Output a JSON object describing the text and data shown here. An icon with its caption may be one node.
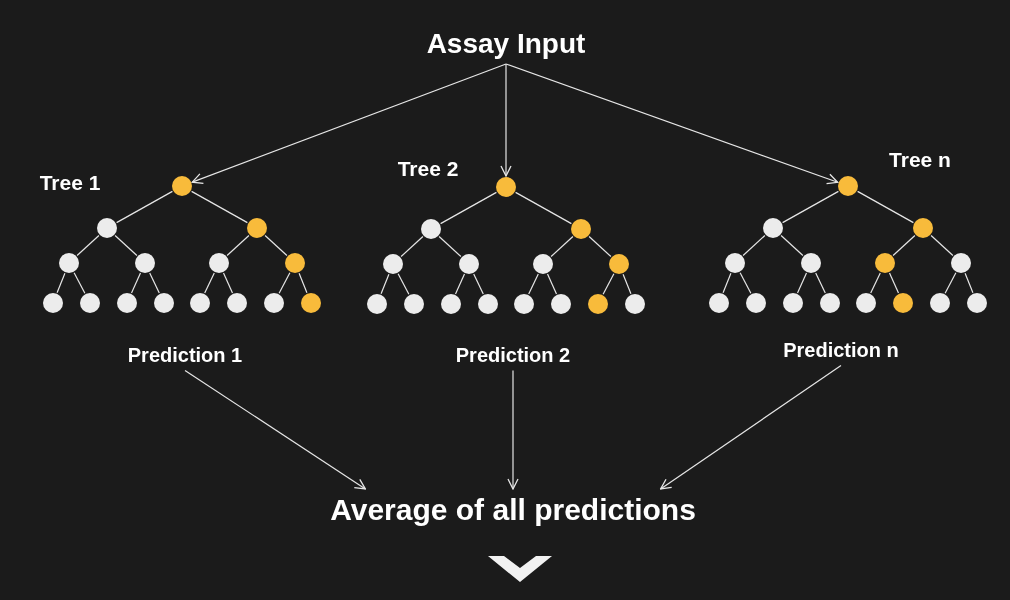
{
  "diagram": {
    "nodes": [
      {
        "text": [
          "Assay Input"
        ]
      },
      {
        "text": [],
        "shape": "circle"
      },
      {
        "text": [],
        "shape": "circle"
      },
      {
        "text": [],
        "shape": "circle"
      },
      {
        "text": [],
        "shape": "circle"
      },
      {
        "text": [],
        "shape": "circle"
      },
      {
        "text": [],
        "shape": "circle"
      },
      {
        "text": [],
        "shape": "circle"
      },
      {
        "text": [],
        "shape": "circle"
      },
      {
        "text": [],
        "shape": "circle"
      },
      {
        "text": [],
        "shape": "circle"
      },
      {
        "text": [],
        "shape": "circle"
      },
      {
        "text": [],
        "shape": "circle"
      },
      {
        "text": [],
        "shape": "circle"
      },
      {
        "text": [],
        "shape": "circle"
      },
      {
        "text": [],
        "shape": "circle"
      },
      {
        "text": [],
        "shape": "circle"
      },
      {
        "text": [],
        "shape": "circle"
      },
      {
        "text": [],
        "shape": "circle"
      },
      {
        "text": [],
        "shape": "circle"
      },
      {
        "text": [],
        "shape": "circle"
      },
      {
        "text": [],
        "shape": "circle"
      },
      {
        "text": [],
        "shape": "circle"
      },
      {
        "text": [],
        "shape": "circle"
      },
      {
        "text": [],
        "shape": "circle"
      },
      {
        "text": [],
        "shape": "circle"
      },
      {
        "text": [],
        "shape": "circle"
      },
      {
        "text": [],
        "shape": "circle"
      },
      {
        "text": [],
        "shape": "circle"
      },
      {
        "text": [],
        "shape": "circle"
      },
      {
        "text": [],
        "shape": "circle"
      },
      {
        "text": [],
        "shape": "circle"
      },
      {
        "text": [],
        "shape": "circle"
      },
      {
        "text": [],
        "shape": "circle"
      },
      {
        "text": [],
        "shape": "circle"
      },
      {
        "text": [],
        "shape": "circle"
      },
      {
        "text": [],
        "shape": "circle"
      },
      {
        "text": [],
        "shape": "circle"
      },
      {
        "text": [],
        "shape": "circle"
      },
      {
        "text": [],
        "shape": "circle"
      },
      {
        "text": [],
        "shape": "circle"
      },
      {
        "text": [],
        "shape": "circle"
      },
      {
        "text": [],
        "shape": "circle"
      },
      {
        "text": [],
        "shape": "circle"
      },
      {
        "text": [],
        "shape": "circle"
      },
      {
        "text": [],
        "shape": "circle"
      },
      {
        "text": [
          "Prediction 1"
        ]
      },
      {
        "text": [
          "Prediction 2"
        ]
      },
      {
        "text": [
          "Prediction n"
        ]
      },
      {
        "text": [
          "Average of all predictions"
        ]
      }
    ],
    "edges": [
      {
        "from": 0,
        "to": 1,
        "arrow": "to"
      },
      {
        "from": 0,
        "to": 16,
        "arrow": "to"
      },
      {
        "from": 0,
        "to": 31,
        "arrow": "to"
      },
      {
        "from": 1,
        "to": 2,
        "arrow": "none"
      },
      {
        "from": 1,
        "to": 3,
        "arrow": "none"
      },
      {
        "from": 2,
        "to": 4,
        "arrow": "none"
      },
      {
        "from": 2,
        "to": 5,
        "arrow": "none"
      },
      {
        "from": 3,
        "to": 6,
        "arrow": "none"
      },
      {
        "from": 3,
        "to": 7,
        "arrow": "none"
      },
      {
        "from": 4,
        "to": 8,
        "arrow": "none"
      },
      {
        "from": 4,
        "to": 9,
        "arrow": "none"
      },
      {
        "from": 5,
        "to": 10,
        "arrow": "none"
      },
      {
        "from": 5,
        "to": 11,
        "arrow": "none"
      },
      {
        "from": 6,
        "to": 12,
        "arrow": "none"
      },
      {
        "from": 6,
        "to": 13,
        "arrow": "none"
      },
      {
        "from": 7,
        "to": 14,
        "arrow": "none"
      },
      {
        "from": 7,
        "to": 15,
        "arrow": "none"
      },
      {
        "from": 16,
        "to": 17,
        "arrow": "none"
      },
      {
        "from": 16,
        "to": 18,
        "arrow": "none"
      },
      {
        "from": 17,
        "to": 19,
        "arrow": "none"
      },
      {
        "from": 17,
        "to": 20,
        "arrow": "none"
      },
      {
        "from": 18,
        "to": 21,
        "arrow": "none"
      },
      {
        "from": 18,
        "to": 22,
        "arrow": "none"
      },
      {
        "from": 19,
        "to": 23,
        "arrow": "none"
      },
      {
        "from": 19,
        "to": 24,
        "arrow": "none"
      },
      {
        "from": 20,
        "to": 25,
        "arrow": "none"
      },
      {
        "from": 20,
        "to": 26,
        "arrow": "none"
      },
      {
        "from": 21,
        "to": 27,
        "arrow": "none"
      },
      {
        "from": 21,
        "to": 28,
        "arrow": "none"
      },
      {
        "from": 22,
        "to": 29,
        "arrow": "none"
      },
      {
        "from": 22,
        "to": 30,
        "arrow": "none"
      },
      {
        "from": 31,
        "to": 32,
        "arrow": "none"
      },
      {
        "from": 31,
        "to": 33,
        "arrow": "none"
      },
      {
        "from": 32,
        "to": 34,
        "arrow": "none"
      },
      {
        "from": 32,
        "to": 35,
        "arrow": "none"
      },
      {
        "from": 33,
        "to": 36,
        "arrow": "none"
      },
      {
        "from": 33,
        "to": 37,
        "arrow": "none"
      },
      {
        "from": 34,
        "to": 38,
        "arrow": "none"
      },
      {
        "from": 34,
        "to": 39,
        "arrow": "none"
      },
      {
        "from": 35,
        "to": 40,
        "arrow": "none"
      },
      {
        "from": 35,
        "to": 41,
        "arrow": "none"
      },
      {
        "from": 36,
        "to": 42,
        "arrow": "none"
      },
      {
        "from": 36,
        "to": 43,
        "arrow": "none"
      },
      {
        "from": 37,
        "to": 44,
        "arrow": "none"
      },
      {
        "from": 37,
        "to": 45,
        "arrow": "none"
      },
      {
        "from": 46,
        "to": 49,
        "arrow": "to"
      },
      {
        "from": 47,
        "to": 49,
        "arrow": "to"
      },
      {
        "from": 48,
        "to": 49,
        "arrow": "to"
      }
    ],
    "labels": [
      "Tree 1",
      "Tree 2",
      "Tree n"
    ]
  }
}
